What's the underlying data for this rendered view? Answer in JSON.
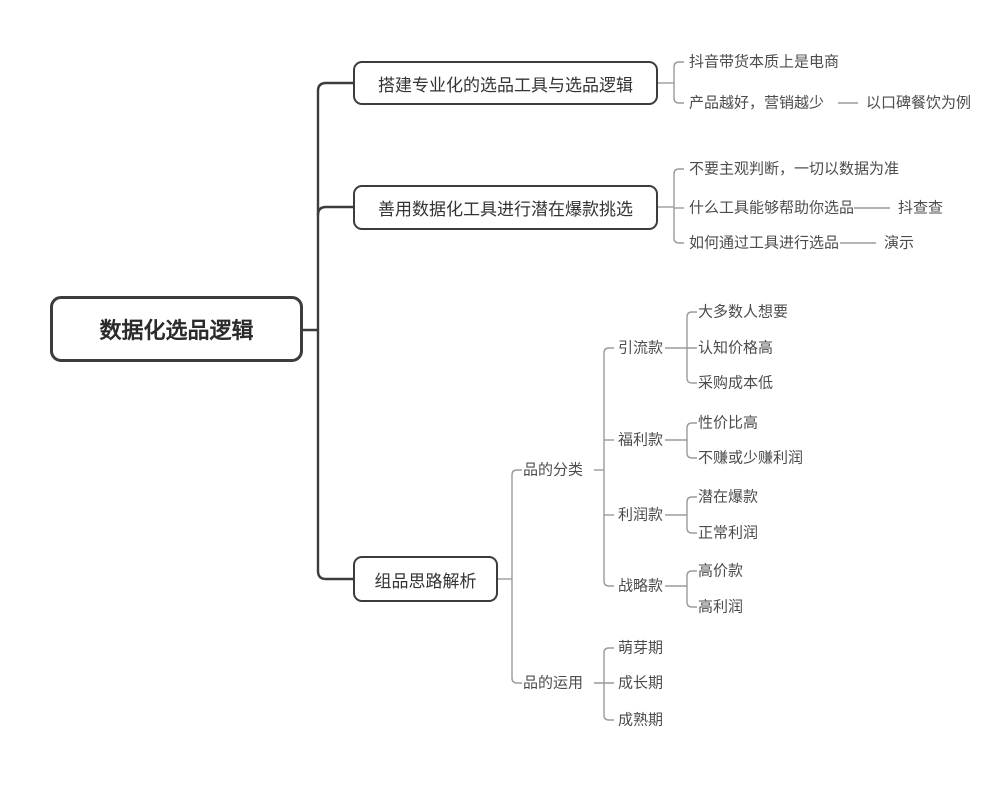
{
  "colors": {
    "main_line": "#3c3c3c",
    "sub_line": "#9b9b9b",
    "background": "#ffffff"
  },
  "mindmap": {
    "root": "数据化选品逻辑",
    "branches": [
      {
        "label": "搭建专业化的选品工具与选品逻辑",
        "children": [
          {
            "label": "抖音带货本质上是电商"
          },
          {
            "label": "产品越好，营销越少",
            "note": "以口碑餐饮为例"
          }
        ]
      },
      {
        "label": "善用数据化工具进行潜在爆款挑选",
        "children": [
          {
            "label": "不要主观判断，一切以数据为准"
          },
          {
            "label": "什么工具能够帮助你选品",
            "note": "抖查查"
          },
          {
            "label": "如何通过工具进行选品",
            "note": "演示"
          }
        ]
      },
      {
        "label": "组品思路解析",
        "children": [
          {
            "label": "品的分类",
            "children": [
              {
                "label": "引流款",
                "children": [
                  {
                    "label": "大多数人想要"
                  },
                  {
                    "label": "认知价格高"
                  },
                  {
                    "label": "采购成本低"
                  }
                ]
              },
              {
                "label": "福利款",
                "children": [
                  {
                    "label": "性价比高"
                  },
                  {
                    "label": "不赚或少赚利润"
                  }
                ]
              },
              {
                "label": "利润款",
                "children": [
                  {
                    "label": "潜在爆款"
                  },
                  {
                    "label": "正常利润"
                  }
                ]
              },
              {
                "label": "战略款",
                "children": [
                  {
                    "label": "高价款"
                  },
                  {
                    "label": "高利润"
                  }
                ]
              }
            ]
          },
          {
            "label": "品的运用",
            "children": [
              {
                "label": "萌芽期"
              },
              {
                "label": "成长期"
              },
              {
                "label": "成熟期"
              }
            ]
          }
        ]
      }
    ]
  }
}
